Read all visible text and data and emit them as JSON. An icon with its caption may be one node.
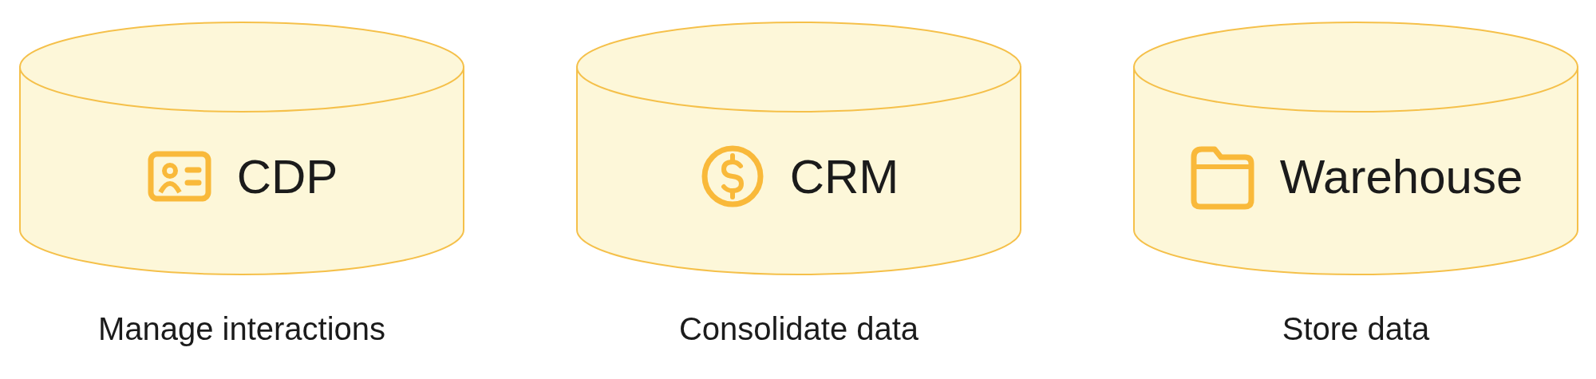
{
  "diagram": {
    "nodes": [
      {
        "text": [
          "CDP"
        ],
        "beside": [
          "Manage interactions"
        ]
      },
      {
        "text": [
          "CRM"
        ],
        "beside": [
          "Consolidate data"
        ]
      },
      {
        "text": [
          "Warehouse"
        ],
        "beside": [
          "Store data"
        ]
      }
    ],
    "edges": []
  }
}
